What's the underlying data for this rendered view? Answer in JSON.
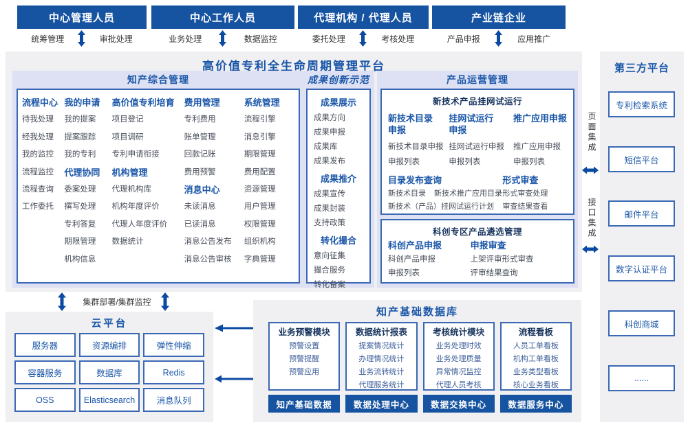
{
  "user_groups": [
    {
      "title": "中心管理人员",
      "left": "统筹管理",
      "right": "审批处理"
    },
    {
      "title": "中心工作人员",
      "left": "业务处理",
      "right": "数据监控"
    },
    {
      "title": "代理机构 / 代理人员",
      "left": "委托处理",
      "right": "考核处理"
    },
    {
      "title": "产业链企业",
      "left": "产品申报",
      "right": "应用推广"
    }
  ],
  "platform_title": "高价值专利全生命周期管理平台",
  "ip_mgmt": {
    "title": "知产综合管理",
    "columns": [
      {
        "groups": [
          {
            "title": "流程中心",
            "items": [
              "待我处理",
              "经我处理",
              "我的监控",
              "流程监控",
              "流程查询",
              "工作委托"
            ]
          }
        ]
      },
      {
        "groups": [
          {
            "title": "我的申请",
            "items": [
              "我的提案",
              "提案跟踪",
              "我的专利"
            ]
          },
          {
            "title": "代理协同",
            "items": [
              "委案处理",
              "撰写处理",
              "专利答复",
              "期限管理",
              "机构信息"
            ]
          }
        ]
      },
      {
        "groups": [
          {
            "title": "高价值专利培育",
            "items": [
              "项目登记",
              "项目调研",
              "专利申请衔接"
            ]
          },
          {
            "title": "机构管理",
            "items": [
              "代理机构库",
              "机构年度评价",
              "代理人年度评价",
              "数据统计"
            ]
          }
        ]
      },
      {
        "groups": [
          {
            "title": "费用管理",
            "items": [
              "专利费用",
              "账单管理",
              "回款记账",
              "费用预警"
            ]
          },
          {
            "title": "消息中心",
            "items": [
              "未读消息",
              "已读消息",
              "消息公告发布",
              "消息公告审核"
            ]
          }
        ]
      },
      {
        "groups": [
          {
            "title": "系统管理",
            "items": [
              "流程引擎",
              "消息引擎",
              "期限管理",
              "费用配置",
              "资源管理",
              "用户管理",
              "权限管理",
              "组织机构",
              "字典管理"
            ]
          }
        ]
      }
    ]
  },
  "achievements": {
    "title": "成果创新示范",
    "groups": [
      {
        "title": "成果展示",
        "items": [
          "成果方向",
          "成果申报",
          "成果库",
          "成果发布"
        ]
      },
      {
        "title": "成果推介",
        "items": [
          "成果宣传",
          "成果封装",
          "支持政策"
        ]
      },
      {
        "title": "转化撮合",
        "items": [
          "意向征集",
          "撮合服务",
          "转化备案"
        ]
      }
    ]
  },
  "product_ops": {
    "title": "产品运营管理",
    "trial_box": {
      "title": "新技术产品挂网试运行",
      "groups": [
        {
          "title": "新技术目录申报",
          "items": [
            "新技术目录申报",
            "申报列表"
          ]
        },
        {
          "title": "挂网试运行申报",
          "items": [
            "挂网试运行申报",
            "申报列表"
          ]
        },
        {
          "title": "推广应用申报",
          "items": [
            "推广应用申报",
            "申报列表"
          ]
        }
      ],
      "catalog": {
        "title": "目录发布查询",
        "row1": [
          "新技术目录",
          "新技术推广应用目录"
        ],
        "row2": "新技术（产品）挂网试运行计划"
      },
      "review": {
        "title": "形式审查",
        "items": [
          "形式审查处理",
          "审查结果查看"
        ]
      }
    },
    "sci_box": {
      "title": "科创专区产品遴选管理",
      "groups": [
        {
          "title": "科创产品申报",
          "items": [
            "科创产品申报",
            "申报列表"
          ]
        },
        {
          "title": "申报审查",
          "items": [
            "上架评审形式审查",
            "评审结果查询"
          ]
        }
      ]
    }
  },
  "third_party": {
    "title": "第三方平台",
    "boxes": [
      "专利检索系统",
      "短信平台",
      "邮件平台",
      "数字认证平台",
      "科创商城",
      "......"
    ]
  },
  "integration": {
    "page": "页面集成",
    "api": "接口集成"
  },
  "cluster_label": "集群部署/集群监控",
  "cloud": {
    "title": "云平台",
    "cells": [
      "服务器",
      "资源编排",
      "弹性伸缩",
      "容器服务",
      "数据库",
      "Redis",
      "OSS",
      "Elasticsearch",
      "消息队列"
    ]
  },
  "ip_db": {
    "title": "知产基础数据库",
    "columns": [
      {
        "title": "业务预警模块",
        "items": [
          "预警设置",
          "预警提醒",
          "预警应用"
        ],
        "bar": "知产基础数据"
      },
      {
        "title": "数据统计报表",
        "items": [
          "提案情况统计",
          "办理情况统计",
          "业务流转统计",
          "代理服务统计"
        ],
        "bar": "数据处理中心"
      },
      {
        "title": "考核统计模块",
        "items": [
          "业务处理时效",
          "业务处理质量",
          "异常情况监控",
          "代理人员考核"
        ],
        "bar": "数据交换中心"
      },
      {
        "title": "流程看板",
        "items": [
          "人员工单看板",
          "机构工单看板",
          "业务类型看板",
          "核心业务看板"
        ],
        "bar": "数据服务中心"
      }
    ]
  },
  "icons": {
    "v_double_arrow": "↕",
    "h_double_arrow": "↔",
    "left_arrow": "←"
  },
  "colors": {
    "primary_bar": "#1653a0",
    "heading_blue": "#1a56a8",
    "dark_navy": "#16325c",
    "lavender": "#dde1f3",
    "panel_gray": "#f0f0f2",
    "border_blue": "#3a68b4",
    "item_gray": "#474d59",
    "item_blue": "#3e5f9b",
    "arrow_blue": "#0b4aa2"
  }
}
